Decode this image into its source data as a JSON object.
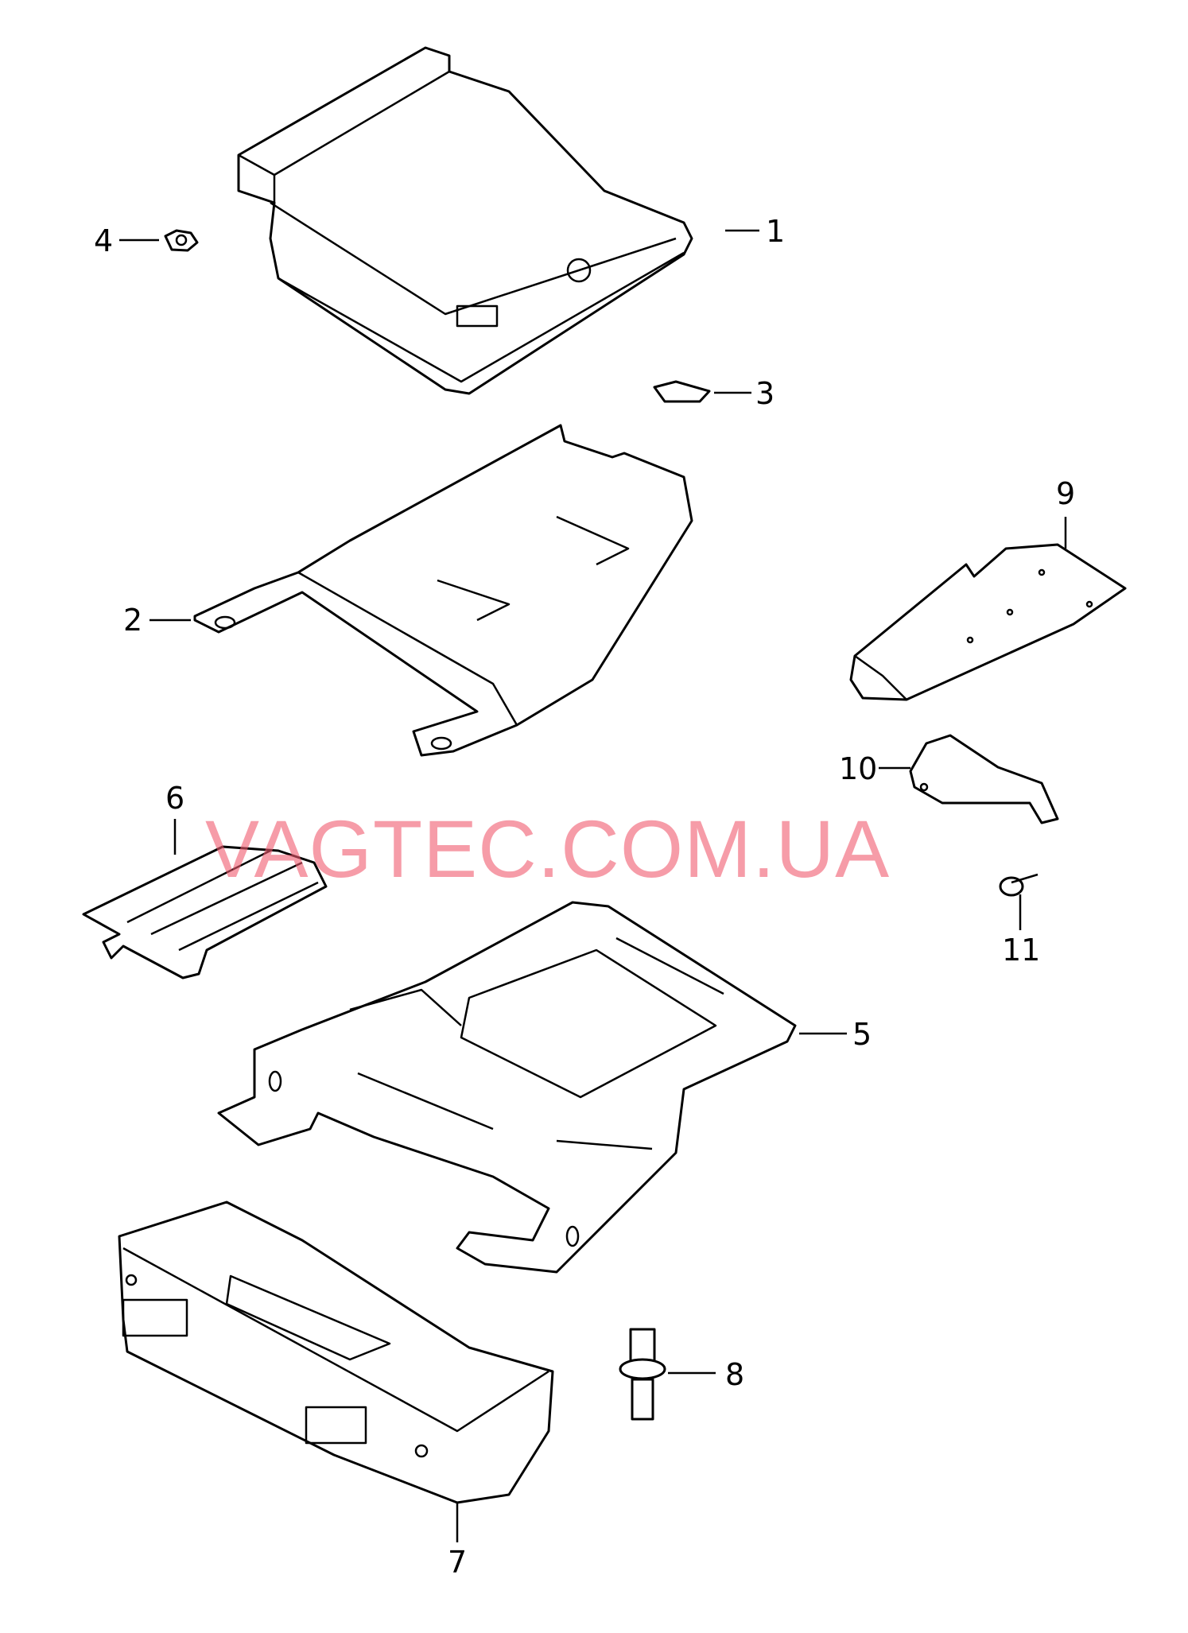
{
  "diagram": {
    "watermark": "VAGTEC.COM.UA",
    "callouts": [
      {
        "id": "1",
        "label": "1"
      },
      {
        "id": "2",
        "label": "2"
      },
      {
        "id": "3",
        "label": "3"
      },
      {
        "id": "4",
        "label": "4"
      },
      {
        "id": "5",
        "label": "5"
      },
      {
        "id": "6",
        "label": "6"
      },
      {
        "id": "7",
        "label": "7"
      },
      {
        "id": "8",
        "label": "8"
      },
      {
        "id": "9",
        "label": "9"
      },
      {
        "id": "10",
        "label": "10"
      },
      {
        "id": "11",
        "label": "11"
      }
    ]
  }
}
